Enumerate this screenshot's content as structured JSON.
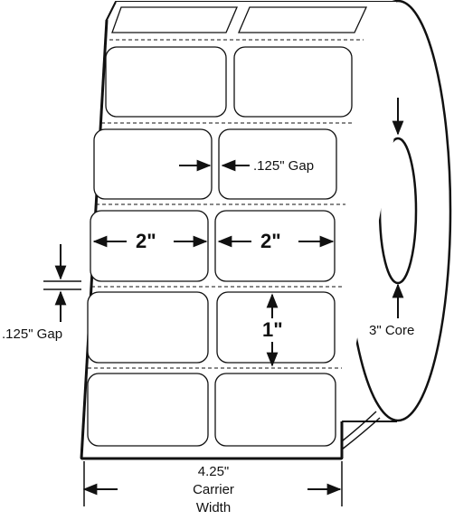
{
  "diagram": {
    "label_width_1": "2\"",
    "label_width_2": "2\"",
    "label_height": "1\"",
    "horizontal_gap": ".125\" Gap",
    "vertical_gap": ".125\" Gap",
    "core": "3\" Core",
    "carrier_value": "4.25\"",
    "carrier_line1": "Carrier",
    "carrier_line2": "Width",
    "colors": {
      "stroke": "#111111",
      "fill": "#ffffff"
    }
  }
}
